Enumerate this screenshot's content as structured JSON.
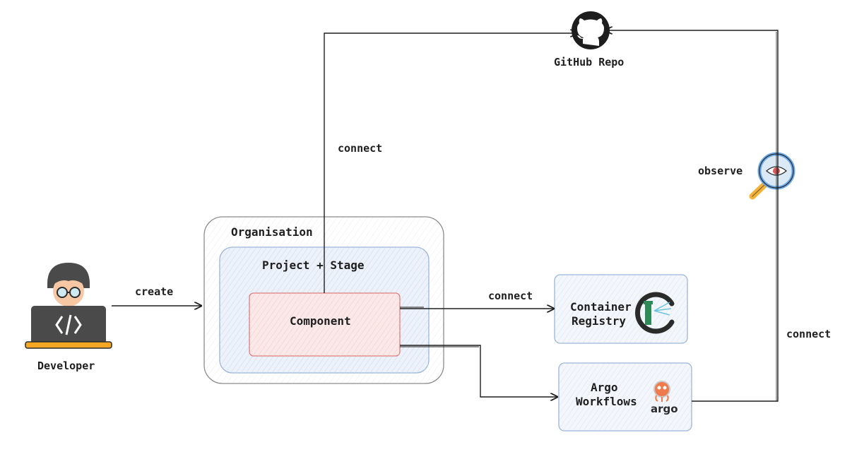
{
  "nodes": {
    "developer": "Developer",
    "github": "GitHub Repo",
    "organisation": "Organisation",
    "project_stage": "Project + Stage",
    "component": "Component",
    "container_registry": [
      "Container",
      "Registry"
    ],
    "argo_workflows": [
      "Argo",
      "Workflows"
    ],
    "argo_logo_text": "argo"
  },
  "edges": {
    "create": "create",
    "connect_github": "connect",
    "connect_registry": "connect",
    "connect_argo_github": "connect",
    "observe": "observe"
  },
  "colors": {
    "stroke": "#1e1e1e",
    "org_border": "#8c8c8c",
    "project_border": "#9ab5d9",
    "project_fill": "#edf2fa",
    "component_border": "#e07b7b",
    "component_fill": "#fbe9e9",
    "box_border": "#9ab5d9",
    "box_fill": "#f3f6fb",
    "developer_laptop": "#4a4a4a",
    "developer_base": "#f5a623",
    "argo_orange": "#ef7b4d",
    "registry_green": "#2e8b57",
    "magnifier_blue": "#6aa8e8"
  },
  "icons": {
    "developer": "developer-laptop-icon",
    "github": "github-octocat-icon",
    "observe": "magnifier-eye-icon",
    "registry": "container-registry-logo-icon",
    "argo": "argo-logo-icon"
  }
}
